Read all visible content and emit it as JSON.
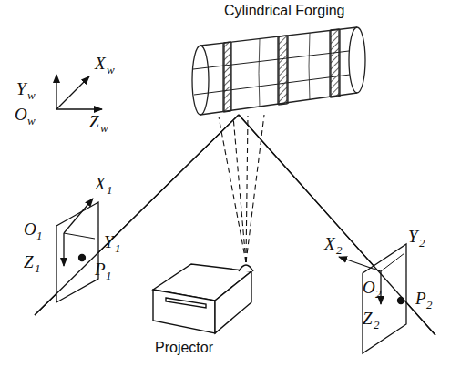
{
  "diagram": {
    "labels": [
      "Cylindrical Forging",
      "Y",
      "w",
      "X",
      "w",
      "O",
      "w",
      "Z",
      "w",
      "X",
      "1",
      "O",
      "1",
      "Z",
      "1",
      "Y",
      "1",
      "P",
      "1",
      "X",
      "2",
      "Y",
      "2",
      "O",
      "2",
      "Z",
      "2",
      "P",
      "2",
      "Projector"
    ]
  }
}
